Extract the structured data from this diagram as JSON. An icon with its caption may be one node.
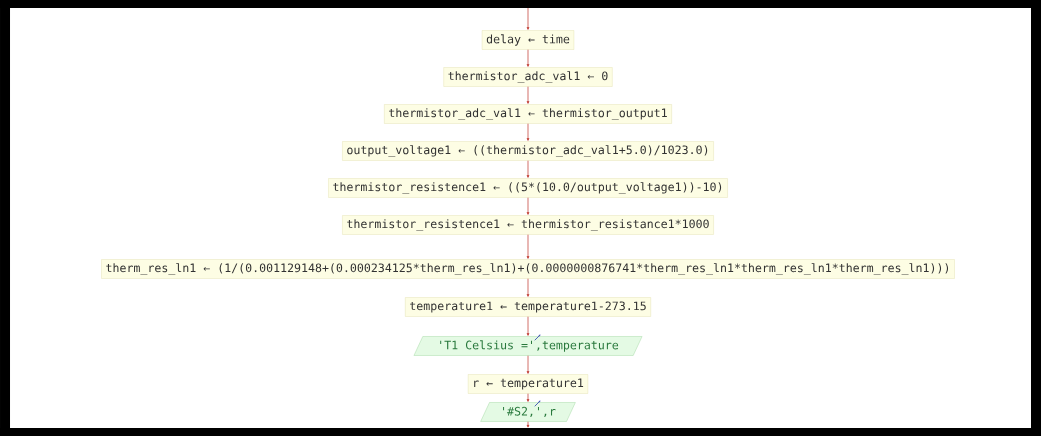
{
  "diagram": {
    "nodes": [
      {
        "text": [
          "delay ← time"
        ]
      },
      {
        "text": [
          "thermistor_adc_val1 ← 0"
        ]
      },
      {
        "text": [
          "thermistor_adc_val1 ← thermistor_output1"
        ]
      },
      {
        "text": [
          "output_voltage1 ← ((thermistor_adc_val1+5.0)/1023.0)"
        ]
      },
      {
        "text": [
          "thermistor_resistence1 ← ((5*(10.0/output_voltage1))-10)"
        ]
      },
      {
        "text": [
          "thermistor_resistence1 ← thermistor_resistance1*1000"
        ]
      },
      {
        "text": [
          "therm_res_ln1 ← (1/(0.001129148+(0.000234125*therm_res_ln1)+(0.0000000876741*therm_res_ln1*therm_res_ln1*therm_res_ln1)))"
        ]
      },
      {
        "text": [
          "temperature1 ← temperature1-273.15"
        ]
      },
      {
        "text": [
          "'T1 Celsius =',temperature"
        ]
      },
      {
        "text": [
          "r ← temperature1"
        ]
      },
      {
        "text": [
          "'#S2,',r"
        ]
      }
    ],
    "edges": [
      {
        "from": null,
        "to": 0,
        "arrow": "to"
      },
      {
        "from": 0,
        "to": 1,
        "arrow": "to"
      },
      {
        "from": 1,
        "to": 2,
        "arrow": "to"
      },
      {
        "from": 2,
        "to": 3,
        "arrow": "to"
      },
      {
        "from": 3,
        "to": 4,
        "arrow": "to"
      },
      {
        "from": 4,
        "to": 5,
        "arrow": "to"
      },
      {
        "from": 5,
        "to": 6,
        "arrow": "to"
      },
      {
        "from": 6,
        "to": 7,
        "arrow": "to"
      },
      {
        "from": 7,
        "to": 8,
        "arrow": "to"
      },
      {
        "from": 8,
        "to": 9,
        "arrow": "to"
      },
      {
        "from": 9,
        "to": 10,
        "arrow": "to"
      },
      {
        "from": 10,
        "to": null,
        "arrow": "to"
      }
    ]
  }
}
